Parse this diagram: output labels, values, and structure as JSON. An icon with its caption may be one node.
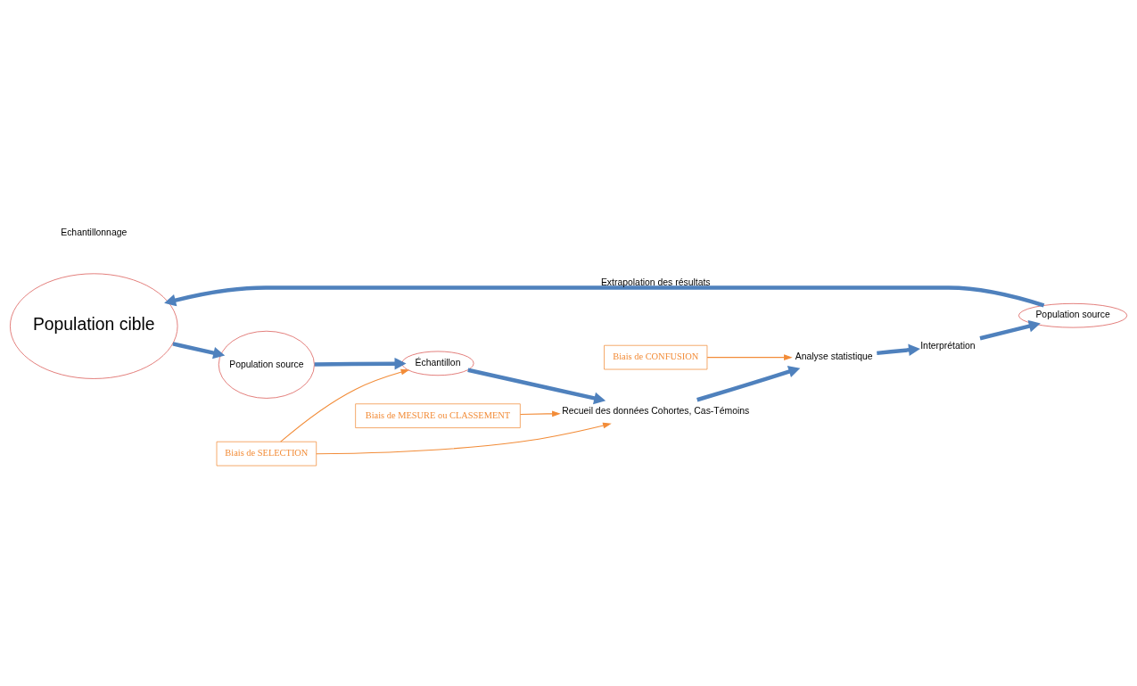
{
  "diagram": {
    "nodes": [
      {
        "text": [
          "Population cible"
        ]
      },
      {
        "text": [
          "Population source"
        ]
      },
      {
        "text": [
          "Population source"
        ]
      },
      {
        "text": [
          "Échantillon"
        ]
      },
      {
        "text": [
          "Recueil des données Cohortes, Cas-Témoins"
        ]
      },
      {
        "text": [
          "Analyse statistique"
        ]
      },
      {
        "text": [
          "Interprétation"
        ]
      },
      {
        "text": [
          "Biais de CONFUSION"
        ]
      },
      {
        "text": [
          "Biais de SELECTION"
        ]
      },
      {
        "text": [
          "Biais de MESURE ou CLASSEMENT"
        ]
      }
    ],
    "edges": [
      {
        "from": 0,
        "to": 2,
        "arrow": "to"
      },
      {
        "from": 2,
        "to": 3,
        "arrow": "to"
      },
      {
        "from": 3,
        "to": 4,
        "arrow": "to"
      },
      {
        "from": 4,
        "to": 5,
        "arrow": "to"
      },
      {
        "from": 5,
        "to": 6,
        "arrow": "to"
      },
      {
        "from": 6,
        "to": 1,
        "arrow": "to"
      },
      {
        "from": 1,
        "to": 0,
        "arrow": "to",
        "label": "Extrapolation des résultats"
      },
      {
        "from": 7,
        "to": 5,
        "arrow": "to",
        "color": "#f28c38"
      },
      {
        "from": 8,
        "to": 3,
        "arrow": "to",
        "color": "#f28c38"
      },
      {
        "from": 8,
        "to": 4,
        "arrow": "to",
        "color": "#f28c38"
      },
      {
        "from": 9,
        "to": 4,
        "arrow": "to",
        "color": "#f28c38"
      }
    ],
    "labels": [
      "Echantillonnage"
    ]
  }
}
